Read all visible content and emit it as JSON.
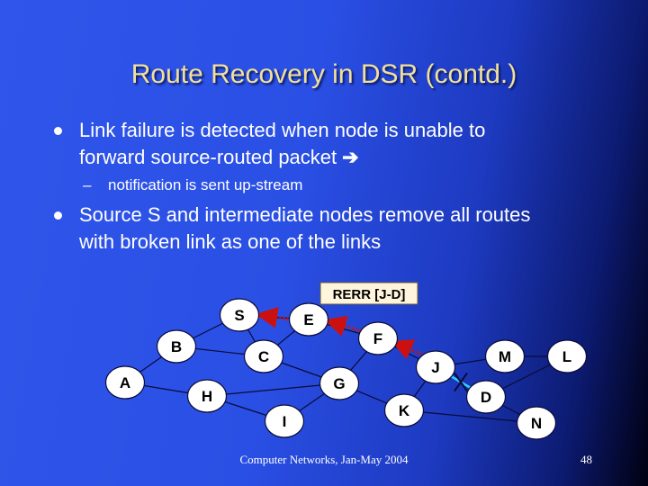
{
  "title": "Route Recovery in DSR (contd.)",
  "bullets": [
    {
      "line1": "Link failure is detected when node is unable to",
      "line2": "forward source-routed packet",
      "arrow": "➔"
    },
    {
      "line1": "Source S and intermediate nodes remove all routes",
      "line2": "with broken link as one of the links"
    }
  ],
  "sub_bullet": {
    "dash": "–",
    "text": "notification is sent up-stream"
  },
  "diagram": {
    "rerr_label": "RERR [J-D]",
    "nodes": [
      "S",
      "E",
      "B",
      "C",
      "F",
      "A",
      "G",
      "H",
      "J",
      "M",
      "L",
      "K",
      "D",
      "I",
      "N"
    ],
    "links": [
      [
        "S",
        "E"
      ],
      [
        "S",
        "B"
      ],
      [
        "S",
        "C"
      ],
      [
        "B",
        "A"
      ],
      [
        "B",
        "C"
      ],
      [
        "C",
        "E"
      ],
      [
        "C",
        "G"
      ],
      [
        "E",
        "F"
      ],
      [
        "F",
        "J"
      ],
      [
        "F",
        "G"
      ],
      [
        "A",
        "H"
      ],
      [
        "H",
        "G"
      ],
      [
        "H",
        "I"
      ],
      [
        "G",
        "I"
      ],
      [
        "G",
        "K"
      ],
      [
        "K",
        "J"
      ],
      [
        "J",
        "M"
      ],
      [
        "M",
        "L"
      ],
      [
        "L",
        "D"
      ],
      [
        "D",
        "N"
      ],
      [
        "K",
        "N"
      ]
    ],
    "broken_link": [
      "J",
      "D"
    ],
    "colors": {
      "rerr_box": "#fff5dc",
      "rerr_arrow": "#cc1010",
      "broken_mark": "#2ad4ff",
      "node_fill": "#ffffff"
    }
  },
  "footer": "Computer Networks, Jan-May 2004",
  "page_number": "48"
}
